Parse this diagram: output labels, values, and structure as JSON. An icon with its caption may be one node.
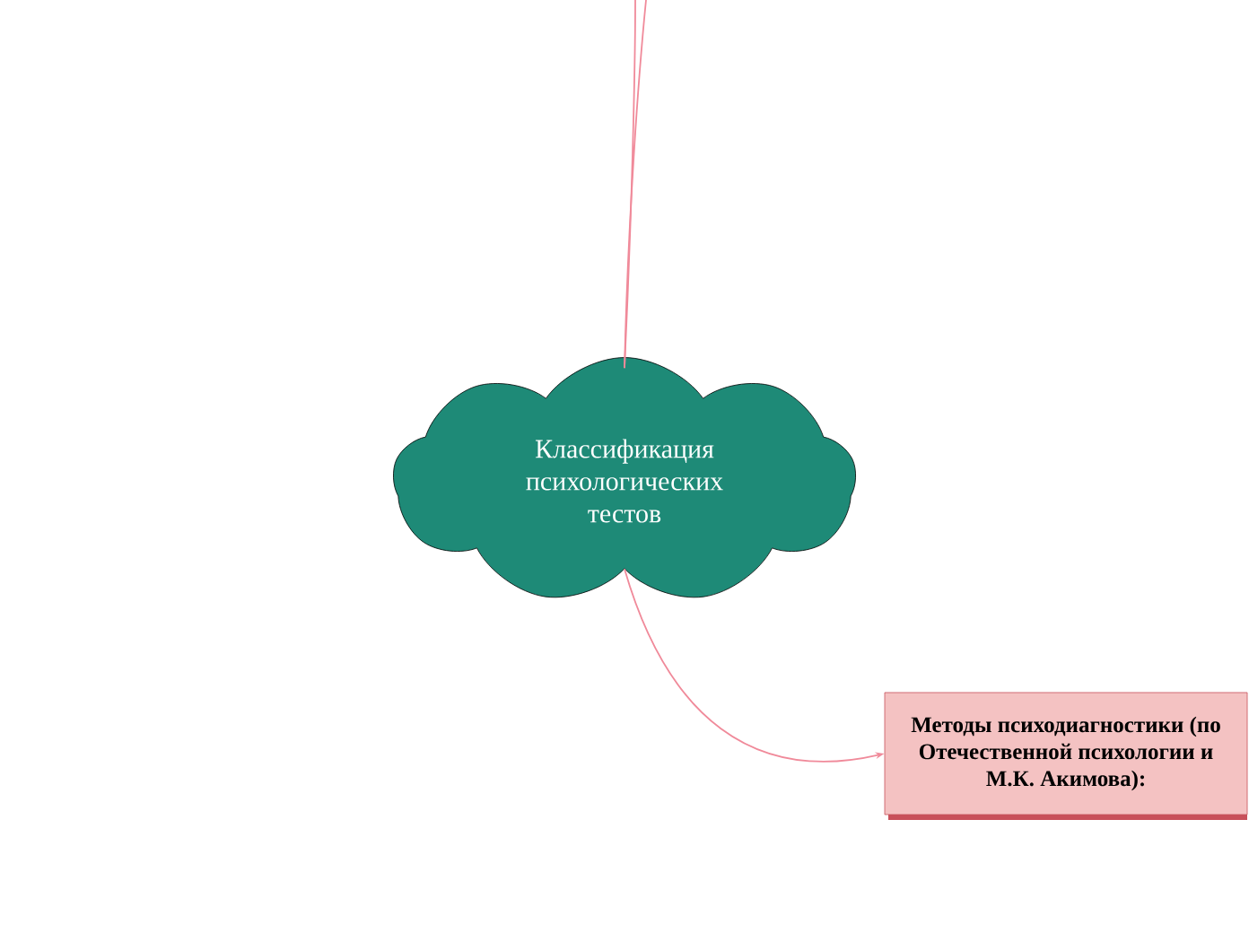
{
  "diagram": {
    "nodes": [
      {
        "text": [
          "Классификация психологических тестов"
        ]
      },
      {
        "text": [
          "Методы психодиагностики (по Отечественной психологии и М.К. Акимова):"
        ]
      }
    ],
    "edges": [
      {
        "from": 0,
        "to": null,
        "arrow": "none"
      },
      {
        "from": 0,
        "to": null,
        "arrow": "none"
      },
      {
        "from": 0,
        "to": 1,
        "arrow": "to"
      }
    ]
  }
}
